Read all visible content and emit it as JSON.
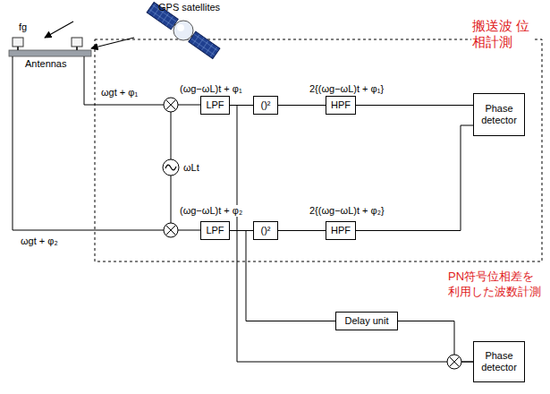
{
  "diagram": {
    "nodes": [
      {
        "text": [
          "LPF"
        ]
      },
      {
        "text": [
          "()²"
        ]
      },
      {
        "text": [
          "HPF"
        ]
      },
      {
        "text": [
          "Phase detector"
        ]
      },
      {
        "text": [
          "LPF"
        ]
      },
      {
        "text": [
          "()²"
        ]
      },
      {
        "text": [
          "HPF"
        ]
      },
      {
        "text": [
          "Delay unit"
        ]
      },
      {
        "text": [
          "Phase detector"
        ]
      }
    ],
    "edges": [
      {
        "from": 0,
        "to": 1,
        "arrow": "none"
      },
      {
        "from": 1,
        "to": 2,
        "arrow": "none"
      },
      {
        "from": 2,
        "to": 3,
        "arrow": "none"
      },
      {
        "from": 4,
        "to": 5,
        "arrow": "none"
      },
      {
        "from": 5,
        "to": 6,
        "arrow": "none"
      },
      {
        "from": 6,
        "to": 3,
        "arrow": "none"
      },
      {
        "from": 4,
        "to": 7,
        "arrow": "none"
      },
      {
        "from": 0,
        "to": 8,
        "arrow": "none"
      },
      {
        "from": 7,
        "to": 8,
        "arrow": "none"
      }
    ],
    "labels": [
      "GPS satellites",
      "fg",
      "Antennas",
      "ωgt + φ₁",
      "ωgt + φ₂",
      "ωLt",
      "(ωg−ωL)t + φ₁",
      "(ωg−ωL)t + φ₂",
      "2{(ωg−ωL)t + φ₁}",
      "2{(ωg−ωL)t + φ₂}",
      "搬送波 位相計測",
      "PN符号位相差を 利用した波数計測"
    ]
  }
}
